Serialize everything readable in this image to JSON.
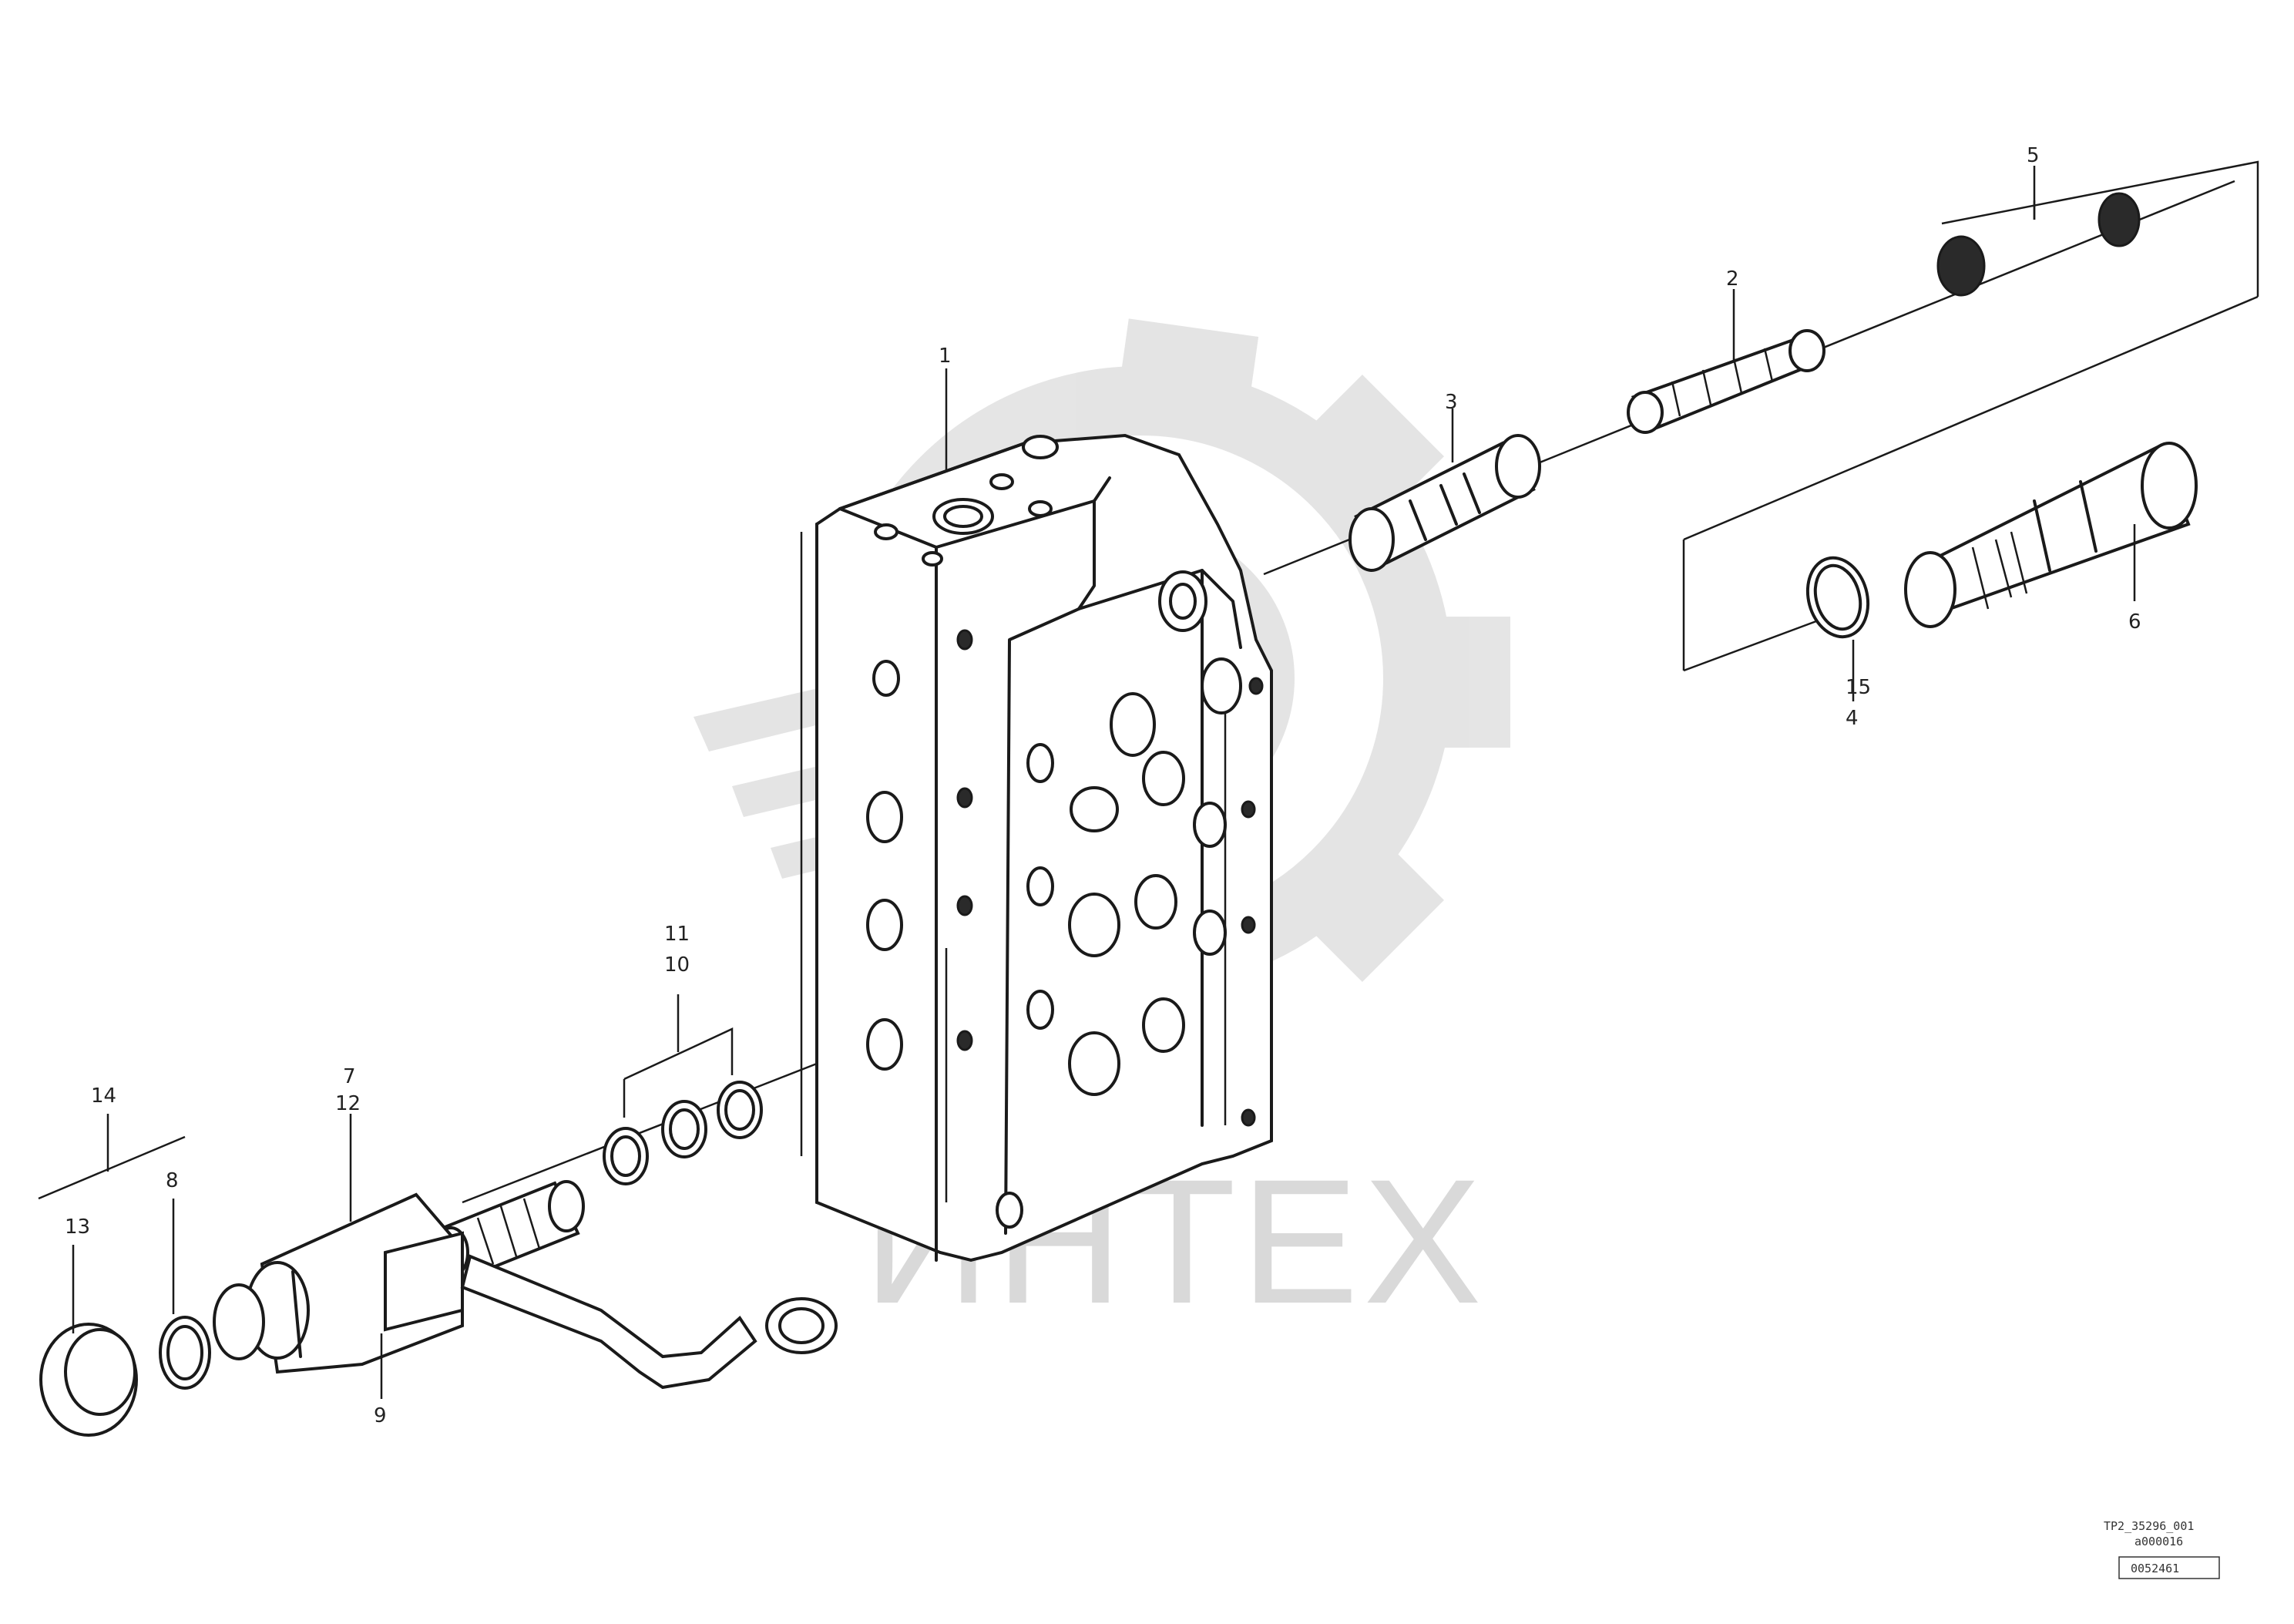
{
  "diagram": {
    "watermark_text": "ИНТЕХ",
    "callouts": [
      {
        "id": "c1",
        "text": "1"
      },
      {
        "id": "c2",
        "text": "2"
      },
      {
        "id": "c3",
        "text": "3"
      },
      {
        "id": "c4",
        "text": "4"
      },
      {
        "id": "c5",
        "text": "5"
      },
      {
        "id": "c6",
        "text": "6"
      },
      {
        "id": "c7",
        "text": "7"
      },
      {
        "id": "c8",
        "text": "8"
      },
      {
        "id": "c9",
        "text": "9"
      },
      {
        "id": "c10",
        "text": "10"
      },
      {
        "id": "c11",
        "text": "11"
      },
      {
        "id": "c12",
        "text": "12"
      },
      {
        "id": "c13",
        "text": "13"
      },
      {
        "id": "c14",
        "text": "14"
      },
      {
        "id": "c15",
        "text": "15"
      }
    ],
    "reference_codes": {
      "line1": "TP2_35296_001",
      "line2": "a000016",
      "line3": "0052461"
    },
    "colors": {
      "line": "#1a1a1a",
      "watermark": "#d9d9d9",
      "background": "#ffffff"
    }
  }
}
